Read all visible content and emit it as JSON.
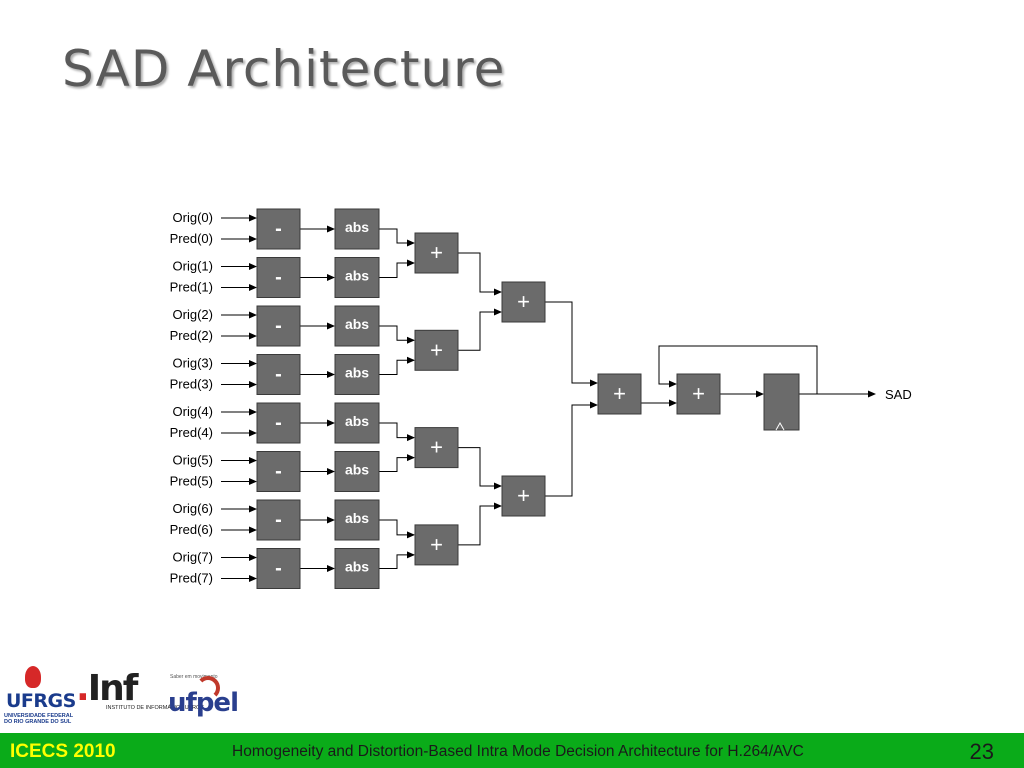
{
  "slide": {
    "title": "SAD Architecture",
    "footer_left": "ICECS 2010",
    "footer_center": "Homogeneity and Distortion-Based Intra Mode Decision Architecture for H.264/AVC",
    "page_number": "23"
  },
  "diagram": {
    "inputs": [
      [
        "Orig(0)",
        "Pred(0)"
      ],
      [
        "Orig(1)",
        "Pred(1)"
      ],
      [
        "Orig(2)",
        "Pred(2)"
      ],
      [
        "Orig(3)",
        "Pred(3)"
      ],
      [
        "Orig(4)",
        "Pred(4)"
      ],
      [
        "Orig(5)",
        "Pred(5)"
      ],
      [
        "Orig(6)",
        "Pred(6)"
      ],
      [
        "Orig(7)",
        "Pred(7)"
      ]
    ],
    "subtract_label": "-",
    "abs_label": "abs",
    "adder_label": "+",
    "output_label": "SAD",
    "block_color": "#6b6b6b"
  },
  "logos": {
    "ufrgs_name": "UFRGS",
    "ufrgs_subtitle": "UNIVERSIDADE FEDERAL DO RIO GRANDE DO SUL",
    "inf_name": "Inf",
    "inf_subtitle": "INSTITUTO DE INFORMÁTICA UFRGS",
    "ufpel_name": "ufpel",
    "ufpel_tagline": "Saber em movimento"
  },
  "colors": {
    "footer_bg": "#0aab19",
    "footer_accent": "#ffff00",
    "title_color": "#5a5a5a"
  }
}
